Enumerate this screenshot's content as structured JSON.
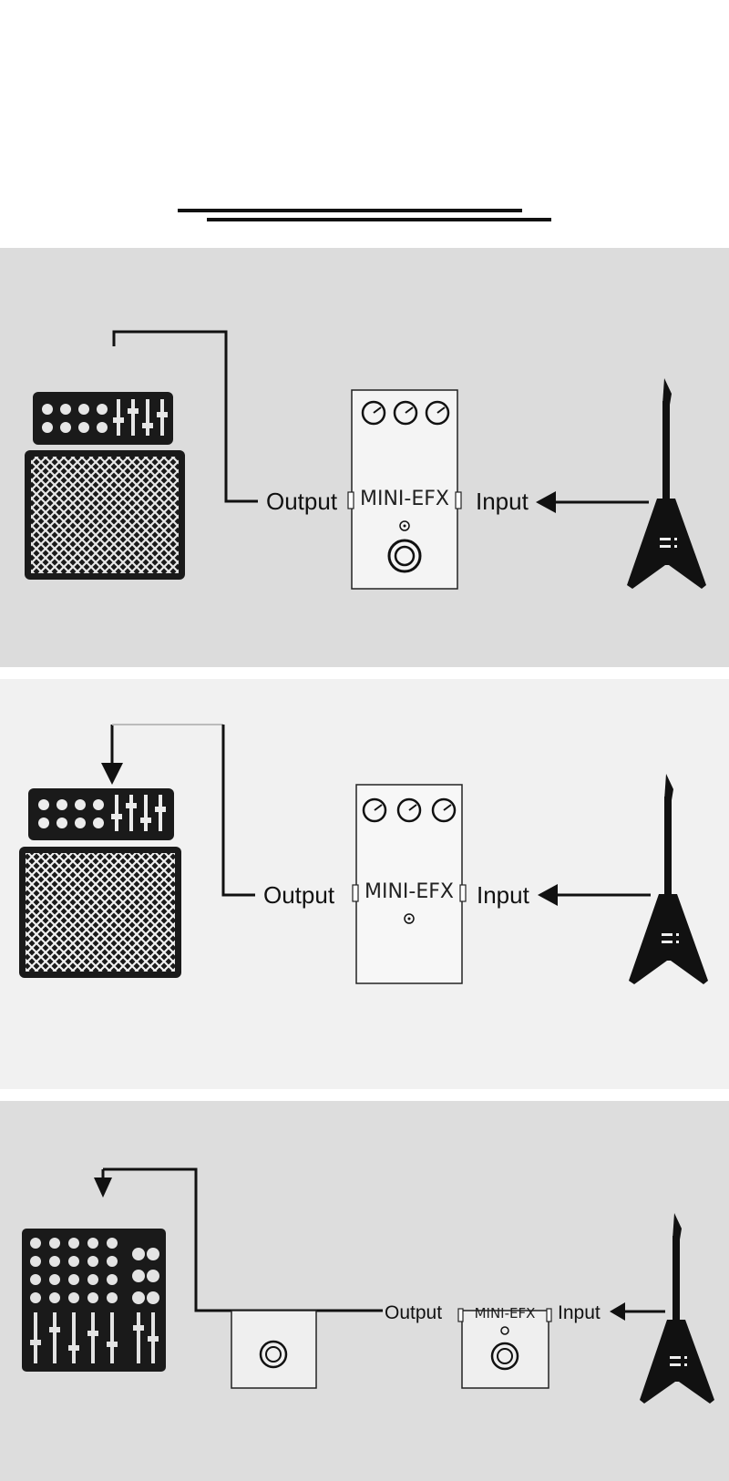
{
  "colors": {
    "panel1_bg": "#dcdcdc",
    "panel2_bg": "#f1f1f1",
    "panel3_bg": "#dddddd",
    "ink": "#111111"
  },
  "labels": {
    "output": "Output",
    "input": "Input",
    "pedal_brand": "MINI-EFX",
    "pedal_brand_partial": "MINI-EFX"
  },
  "diagrams": [
    {
      "name": "amp-setup-with-footswitch",
      "devices": [
        "amp-head-cabinet-icon",
        "pedal",
        "guitar-icon"
      ]
    },
    {
      "name": "amp-setup",
      "devices": [
        "amp-head-cabinet-icon",
        "pedal",
        "guitar-icon"
      ]
    },
    {
      "name": "mixer-setup",
      "devices": [
        "mixer-icon",
        "footswitch-pedal",
        "pedal",
        "guitar-icon"
      ]
    }
  ]
}
